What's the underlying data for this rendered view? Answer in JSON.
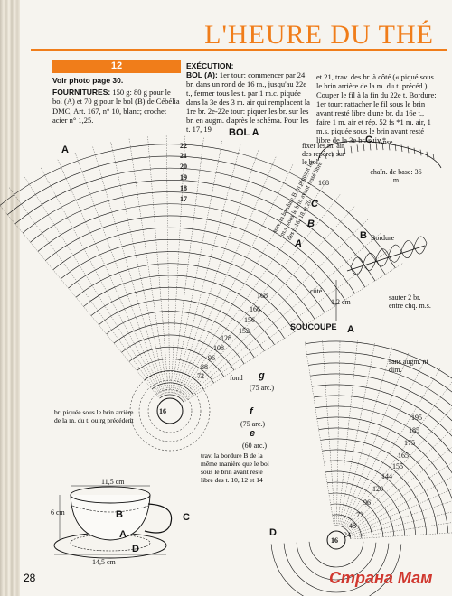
{
  "header": {
    "title": "L'HEURE DU THÉ"
  },
  "info": {
    "number": "12",
    "voir": "Voir photo page 30.",
    "fournitures_label": "FOURNITURES:",
    "fournitures_text": "150 g: 80 g pour le bol (A) et 70 g pour le bol (B) de Cébélia DMC, Art. 167, n° 10, blanc; crochet acier n° 1,25."
  },
  "execution": {
    "heading": "EXÉCUTION:",
    "bol_label": "BOL (A):",
    "text1": "1er tour: commencer par 24 br. dans un rond de 16 m., jusqu'au 22e t., fermer tous les t. par 1 m.c. piquée dans la 3e des 3 m. air qui remplacent la 1re br. 2e-22e tour: piquer les br. sur les br. en augm. d'après le schéma. Pour les t. 17, 19",
    "text2": "et 21, trav. des br. à côté (« piqué sous le brin arrière de la m. du t. précéd.). Couper le fil à la fin du 22e t. Bordure: 1er tour: rattacher le fil sous le brin avant resté libre d'une br. du 16e t., faire 1 m. air et rép. 52 fs *1 m. air, 1 m.s. piquée sous le brin avant resté libre de la 3e br. suiv.*"
  },
  "labels": {
    "bol_a": "BOL A",
    "a": "A",
    "b": "B",
    "c": "C",
    "d": "D",
    "fixer": "fixer les m. air des repères sur le bol",
    "anse": "Anse",
    "chain": "chaîn. de base: 36 m",
    "bordure": "Bordure",
    "cote": "côté",
    "sauter": "sauter 2 br. entre chq. m.s.",
    "size12": "1,2 cm",
    "fond": "fond",
    "center16": "16",
    "soucoupe": "SOUCOUPE",
    "sans_augm": "sans augm. ni dim.",
    "g": "g",
    "f": "f",
    "e": "e",
    "arc75g": "(75 arc.)",
    "arc75f": "(75 arc.)",
    "arc60": "(60 arc.)",
    "trav_bordure": "trav. la bordure B de la même manière que le bol sous le brin avant resté libre des t. 10, 12 et 14",
    "dim115": "11,5 cm",
    "dim6": "6 cm",
    "dim145": "14,5 cm",
    "note_left": "br. piquée sous le brin arrière de la m. du t. ou rg précédent",
    "trav_bordure_bol": "trav. la bordure B en piquant les m.s. sous le brin avant resté libre des t. 16, 18 et 20",
    "r22": "22",
    "r21": "21",
    "r20": "20",
    "r19": "19",
    "r18": "18",
    "r17": "17",
    "r168": "168",
    "r166": "166",
    "r156": "156",
    "r152": "152",
    "r128": "128",
    "r108": "108",
    "r96": "96",
    "r88": "88",
    "r72": "72",
    "r168b": "168",
    "s195": "195",
    "s185": "185",
    "s175": "175",
    "s165": "165",
    "s155": "155",
    "s144": "144",
    "s120": "120",
    "s96": "96",
    "s72": "72",
    "s48": "48",
    "s24": "24",
    "s16": "16"
  },
  "footer": {
    "page": "28",
    "watermark": "Страна Мам"
  },
  "colors": {
    "accent": "#f07d1a",
    "ink": "#111111",
    "paper": "#f6f4ef",
    "watermark": "#d0372e"
  }
}
